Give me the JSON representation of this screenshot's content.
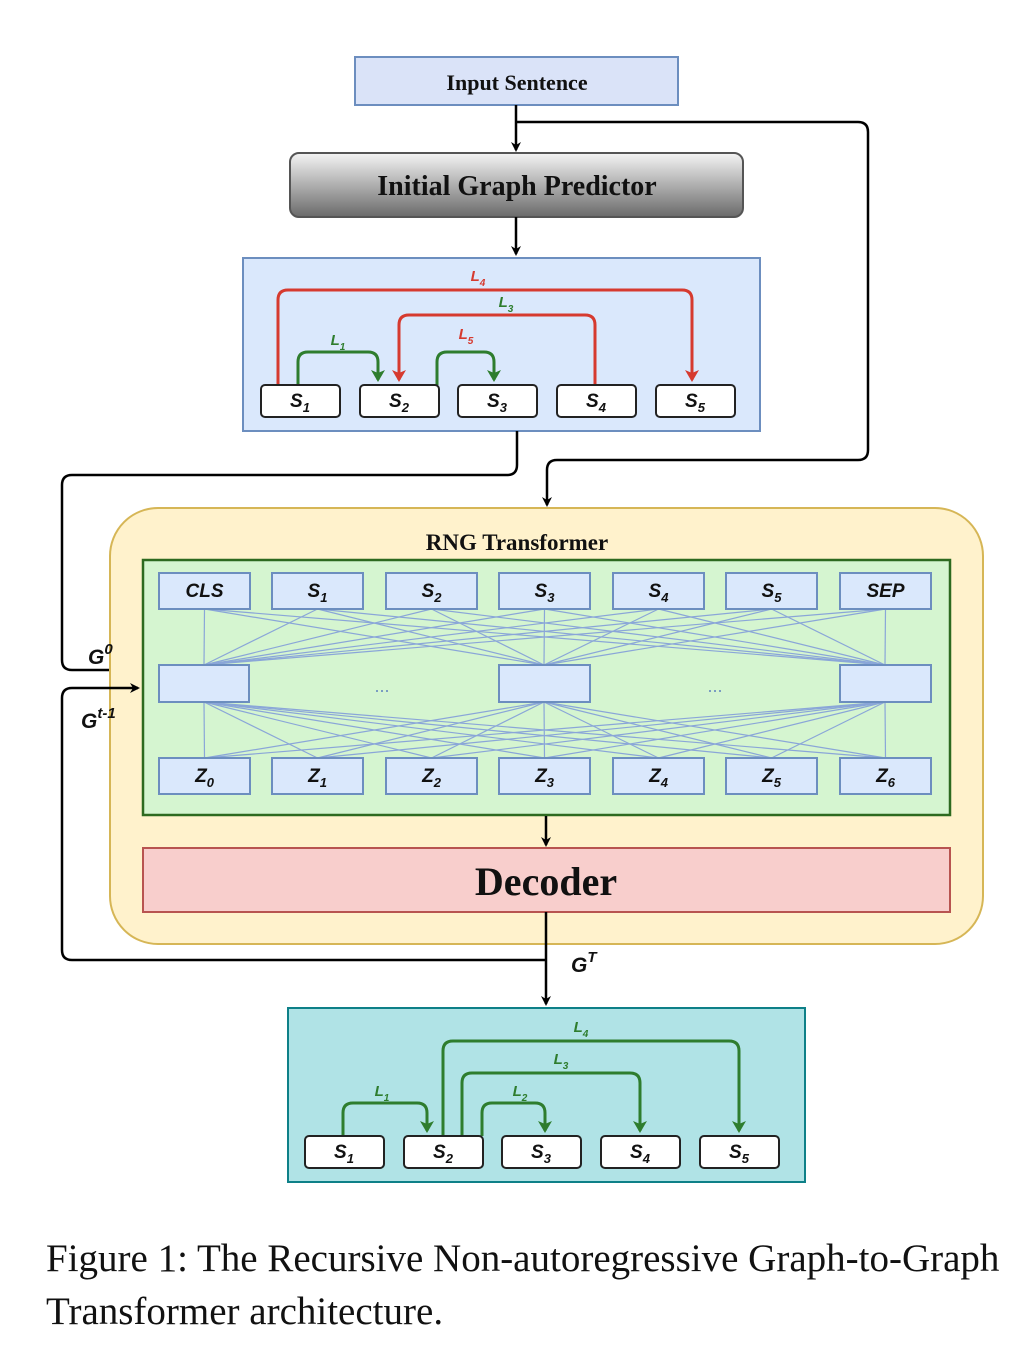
{
  "input_label": "Input Sentence",
  "predictor_label": "Initial Graph Predictor",
  "transformer_label": "RNG Transformer",
  "decoder_label": "Decoder",
  "graph_in_labels": {
    "g0": "G",
    "g0_sup": "0",
    "gt1": "G",
    "gt1_sup": "t-1"
  },
  "graph_out_label": {
    "base": "G",
    "sup": "T"
  },
  "ellipsis": "...",
  "initial_graph": {
    "nodes": [
      {
        "base": "S",
        "sub": "1"
      },
      {
        "base": "S",
        "sub": "2"
      },
      {
        "base": "S",
        "sub": "3"
      },
      {
        "base": "S",
        "sub": "4"
      },
      {
        "base": "S",
        "sub": "5"
      }
    ],
    "edges": [
      {
        "label": "L",
        "sub": "4",
        "color": "#d63a2f"
      },
      {
        "label": "L",
        "sub": "3",
        "color": "#2e7d2e"
      },
      {
        "label": "L",
        "sub": "5",
        "color": "#d63a2f"
      },
      {
        "label": "L",
        "sub": "1",
        "color": "#2e7d2e"
      }
    ]
  },
  "input_tokens": [
    {
      "base": "CLS",
      "sub": ""
    },
    {
      "base": "S",
      "sub": "1"
    },
    {
      "base": "S",
      "sub": "2"
    },
    {
      "base": "S",
      "sub": "3"
    },
    {
      "base": "S",
      "sub": "4"
    },
    {
      "base": "S",
      "sub": "5"
    },
    {
      "base": "SEP",
      "sub": ""
    }
  ],
  "output_tokens": [
    {
      "base": "Z",
      "sub": "0"
    },
    {
      "base": "Z",
      "sub": "1"
    },
    {
      "base": "Z",
      "sub": "2"
    },
    {
      "base": "Z",
      "sub": "3"
    },
    {
      "base": "Z",
      "sub": "4"
    },
    {
      "base": "Z",
      "sub": "5"
    },
    {
      "base": "Z",
      "sub": "6"
    }
  ],
  "final_graph": {
    "nodes": [
      {
        "base": "S",
        "sub": "1"
      },
      {
        "base": "S",
        "sub": "2"
      },
      {
        "base": "S",
        "sub": "3"
      },
      {
        "base": "S",
        "sub": "4"
      },
      {
        "base": "S",
        "sub": "5"
      }
    ],
    "edges": [
      {
        "label": "L",
        "sub": "4",
        "color": "#2e7d2e"
      },
      {
        "label": "L",
        "sub": "3",
        "color": "#2e7d2e"
      },
      {
        "label": "L",
        "sub": "1",
        "color": "#2e7d2e"
      },
      {
        "label": "L",
        "sub": "2",
        "color": "#2e7d2e"
      }
    ]
  },
  "colors": {
    "input_fill": "#dae3f8",
    "input_stroke": "#6c8ebf",
    "predictor_grad_top": "#f2f2f2",
    "predictor_grad_bottom": "#6b6b6b",
    "initial_panel_fill": "#dae8fc",
    "initial_panel_stroke": "#6c8ebf",
    "transformer_fill": "#fff2cc",
    "transformer_stroke": "#d6b656",
    "encoder_fill": "#d5f5d0",
    "encoder_stroke": "#2d6a1f",
    "token_fill": "#dae8fc",
    "token_stroke": "#6c8ebf",
    "decoder_fill": "#f8cecc",
    "decoder_stroke": "#b85450",
    "final_panel_fill": "#b0e3e6",
    "final_panel_stroke": "#0e8088",
    "red_edge": "#d63a2f",
    "green_edge": "#2e7d2e"
  },
  "caption": "Figure 1: The Recursive Non-autoregressive Graph-to-Graph Transformer architecture."
}
